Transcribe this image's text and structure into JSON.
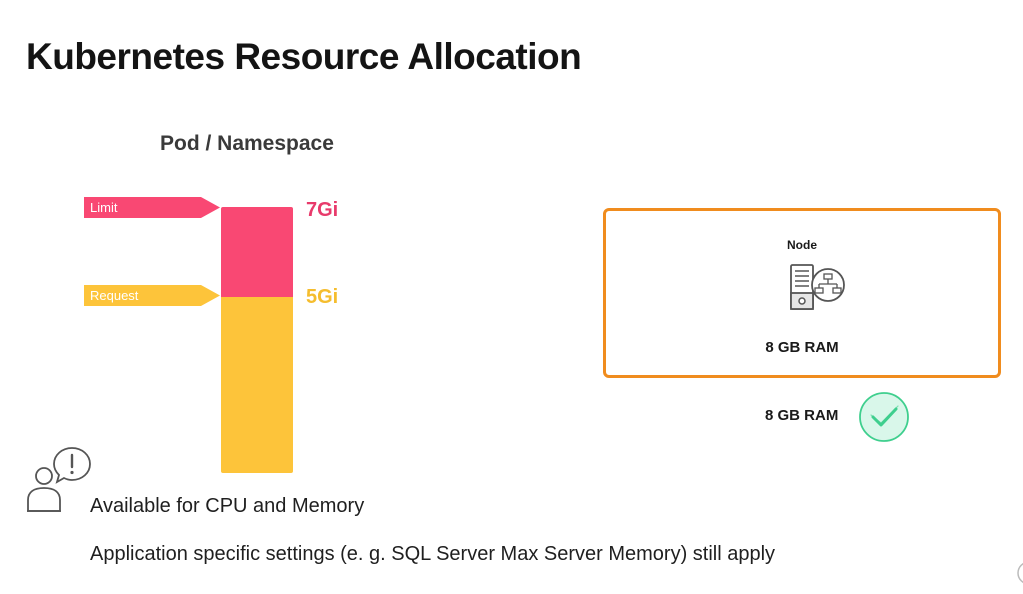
{
  "title": "Kubernetes Resource Allocation",
  "pod_section": {
    "heading": "Pod / Namespace",
    "limit": {
      "tag": "Limit",
      "value": "7Gi"
    },
    "request": {
      "tag": "Request",
      "value": "5Gi"
    }
  },
  "node": {
    "label": "Node",
    "ram": "8 GB RAM",
    "icon": "server-network-icon"
  },
  "allocation": {
    "ram": "8 GB RAM",
    "status_icon": "check-circle-icon"
  },
  "notes": [
    "Available for CPU and Memory",
    "Application specific settings (e. g. SQL Server Max Server Memory) still apply"
  ],
  "colors": {
    "limit": "#f94873",
    "request": "#fdc43a",
    "node_border": "#f08c1e",
    "check": "#3fcf8e"
  }
}
